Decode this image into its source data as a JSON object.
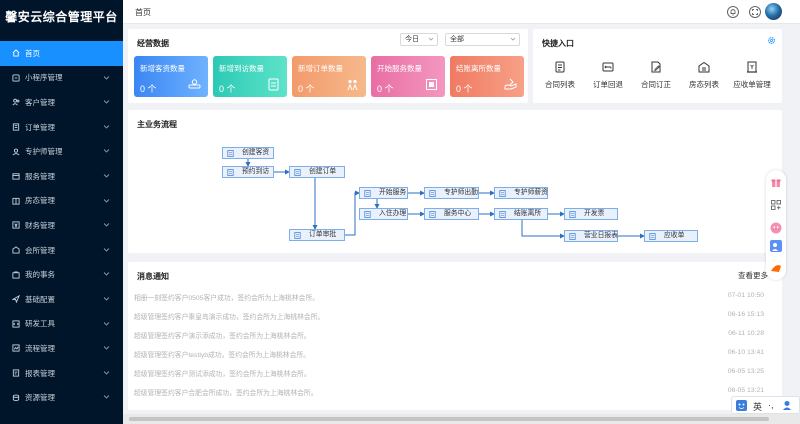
{
  "app": {
    "title": "馨安云综合管理平台"
  },
  "sidebar": {
    "items": [
      {
        "label": "首页",
        "icon": "home-icon",
        "active": true,
        "expandable": false
      },
      {
        "label": "小程序管理",
        "icon": "miniprogram-icon",
        "expandable": true
      },
      {
        "label": "客户管理",
        "icon": "customer-icon",
        "expandable": true
      },
      {
        "label": "订单管理",
        "icon": "order-icon",
        "expandable": true
      },
      {
        "label": "专护师管理",
        "icon": "nurse-icon",
        "expandable": true
      },
      {
        "label": "服务管理",
        "icon": "service-icon",
        "expandable": true
      },
      {
        "label": "房态管理",
        "icon": "room-icon",
        "expandable": true
      },
      {
        "label": "财务管理",
        "icon": "finance-icon",
        "expandable": true
      },
      {
        "label": "会所管理",
        "icon": "club-icon",
        "expandable": true
      },
      {
        "label": "我的事务",
        "icon": "task-icon",
        "expandable": true
      },
      {
        "label": "基础配置",
        "icon": "config-icon",
        "expandable": true
      },
      {
        "label": "研发工具",
        "icon": "devtool-icon",
        "expandable": true
      },
      {
        "label": "流程管理",
        "icon": "process-icon",
        "expandable": true
      },
      {
        "label": "报表管理",
        "icon": "report-icon",
        "expandable": true
      },
      {
        "label": "资源管理",
        "icon": "resource-icon",
        "expandable": true
      }
    ]
  },
  "header": {
    "breadcrumb": "首页"
  },
  "ops": {
    "title": "经营数据",
    "period_select": "今日",
    "scope_select": "全部",
    "cards": [
      {
        "label": "新增客资数量",
        "value": "0 个",
        "icon": "customer-add-icon",
        "color_from": "#3a86f3",
        "color_to": "#6fb2ff"
      },
      {
        "label": "新增到访数量",
        "value": "0 个",
        "icon": "visit-icon",
        "color_from": "#2cc9b5",
        "color_to": "#5de3c9"
      },
      {
        "label": "新增订单数量",
        "value": "0 个",
        "icon": "order-add-icon",
        "color_from": "#f39a6c",
        "color_to": "#f6b98b"
      },
      {
        "label": "开始服务数量",
        "value": "0 个",
        "icon": "service-start-icon",
        "color_from": "#e86ea3",
        "color_to": "#f497c0"
      },
      {
        "label": "结账离所数量",
        "value": "0 个",
        "icon": "checkout-icon",
        "color_from": "#f07a62",
        "color_to": "#f6a187"
      }
    ]
  },
  "quick": {
    "title": "快捷入口",
    "items": [
      {
        "label": "合同列表",
        "icon": "contract-list-icon"
      },
      {
        "label": "订单回退",
        "icon": "order-rollback-icon"
      },
      {
        "label": "合同订正",
        "icon": "contract-edit-icon"
      },
      {
        "label": "房态列表",
        "icon": "room-list-icon"
      },
      {
        "label": "应收单管理",
        "icon": "receivable-icon"
      }
    ]
  },
  "flow": {
    "title": "主业务流程",
    "nodes": {
      "create_customer": "创建客资",
      "book_visit": "预约到访",
      "create_order": "创建订单",
      "order_review": "订单审批",
      "start_service": "开始服务",
      "check_in": "入住办理",
      "nurse_dispatch": "专护师出勤",
      "nurse_salary": "专护师薪资",
      "service_center": "服务中心",
      "checkout": "结账离所",
      "invoice": "开发票",
      "daily_report": "营业日报表",
      "receivable": "应收单"
    }
  },
  "messages": {
    "title": "消息通知",
    "more": "查看更多",
    "rows": [
      {
        "text": "相册一刻签约客户0505客户成功，签约会所为上海桃林会所。",
        "time": "07-01 10:50"
      },
      {
        "text": "超级管理签约客户秦皇岛演示成功，签约会所为上海桃林会所。",
        "time": "06-16 15:13"
      },
      {
        "text": "超级管理签约客户演示添成功，签约会所为上海桃林会所。",
        "time": "06-11 10:28"
      },
      {
        "text": "超级管理签约客户testlyb成功，签约会所为上海桃林会所。",
        "time": "06-10 13:41"
      },
      {
        "text": "超级管理签约客户测试添成功，签约会所为上海桃林会所。",
        "time": "06-05 13:25"
      },
      {
        "text": "超级管理签约客户合肥会所成功，签约会所为上海桃林会所。",
        "time": "06-05 13:21"
      }
    ]
  },
  "ime": {
    "lang": "英",
    "punct": "·,"
  }
}
